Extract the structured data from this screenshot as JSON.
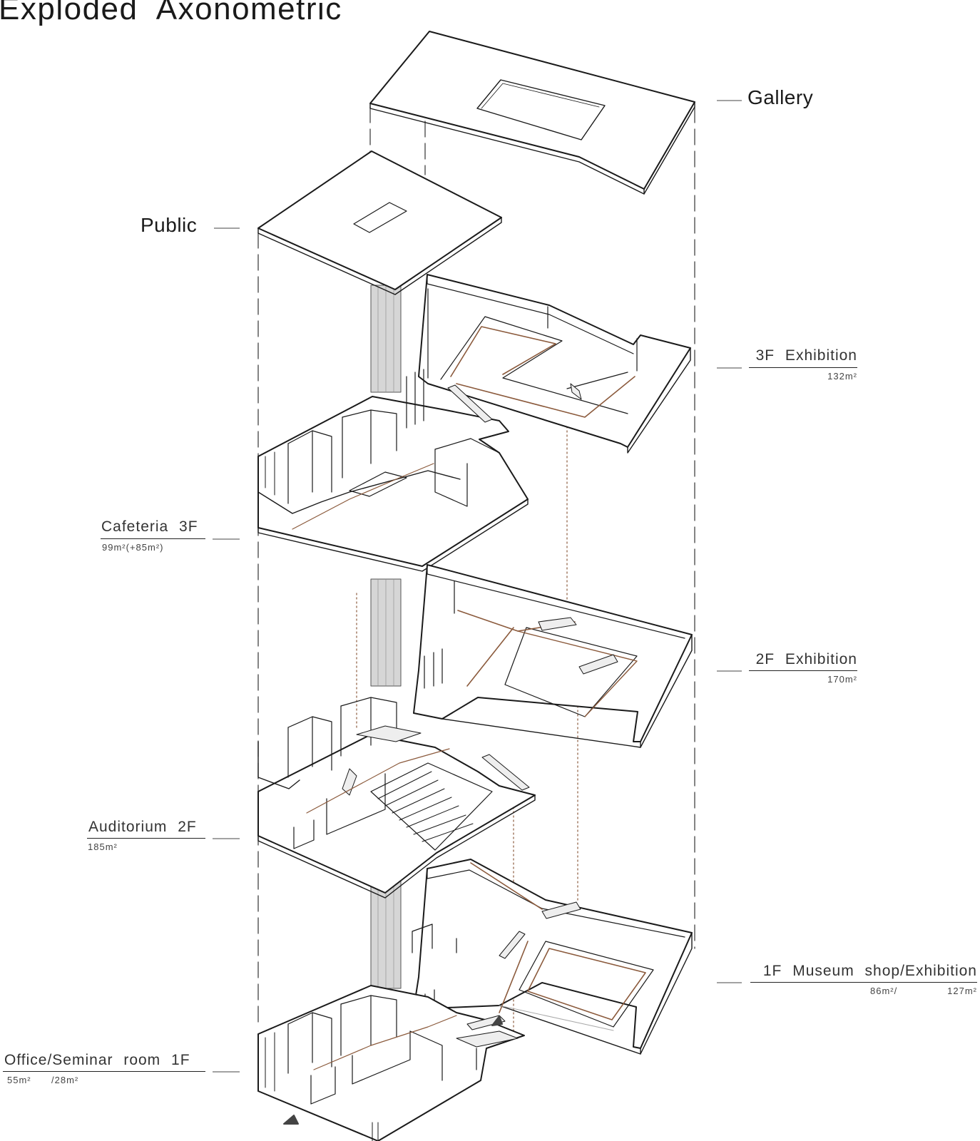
{
  "title": "Exploded Axonometric",
  "labels": {
    "gallery": "Gallery",
    "public": "Public",
    "exhibition_3f": {
      "name": "3F Exhibition",
      "area": "132m²"
    },
    "cafeteria_3f": {
      "name": "Cafeteria 3F",
      "area": "99m²(+85m²)"
    },
    "exhibition_2f": {
      "name": "2F Exhibition",
      "area": "170m²"
    },
    "auditorium_2f": {
      "name": "Auditorium 2F",
      "area": "185m²"
    },
    "museum_shop_1f": {
      "name": "1F Museum shop/Exhibition",
      "area_a": "86m²/",
      "area_b": "127m²"
    },
    "office_1f": {
      "name": "Office/Seminar room 1F",
      "area_a": "55m²",
      "area_b": "/28m²"
    }
  },
  "colors": {
    "line": "#1a1a1a",
    "circulation": "#8b5a3c",
    "shaft": "#cfcfcf"
  }
}
